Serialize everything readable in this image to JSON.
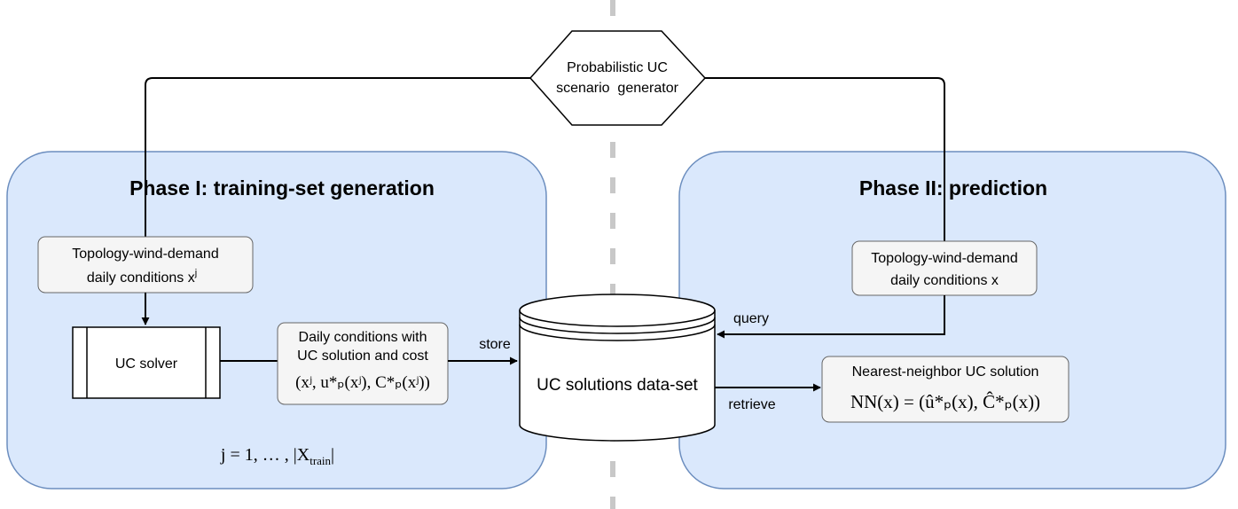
{
  "generator": {
    "line1": "Probabilistic UC",
    "line2": "scenario  generator"
  },
  "phase1": {
    "title": "Phase I: training-set generation",
    "conditions": {
      "line1": "Topology-wind-demand",
      "line2": "daily conditions x",
      "superscript": "j"
    },
    "solver": "UC solver",
    "solution_box": {
      "line1": "Daily conditions with",
      "line2": "UC solution and cost",
      "formula": "(xʲ, u*ₚ(xʲ), C*ₚ(xʲ))"
    },
    "index_range": {
      "prefix": "j = 1, … , |X",
      "subscript": "train",
      "suffix": "|"
    }
  },
  "phase2": {
    "title": "Phase II: prediction",
    "conditions": {
      "line1": "Topology-wind-demand",
      "line2": "daily conditions x"
    },
    "nn_box": {
      "title": "Nearest-neighbor UC solution",
      "formula": "NN(x) = (û*ₚ(x), Ĉ*ₚ(x))"
    }
  },
  "database": {
    "label": "UC solutions data-set"
  },
  "edge_labels": {
    "store": "store",
    "query": "query",
    "retrieve": "retrieve"
  },
  "colors": {
    "panel_fill": "#dae8fc",
    "panel_stroke": "#6c8ebf",
    "box_fill": "#f5f5f5",
    "box_stroke": "#666666",
    "divider": "#c8c8c8",
    "line": "#000000"
  }
}
